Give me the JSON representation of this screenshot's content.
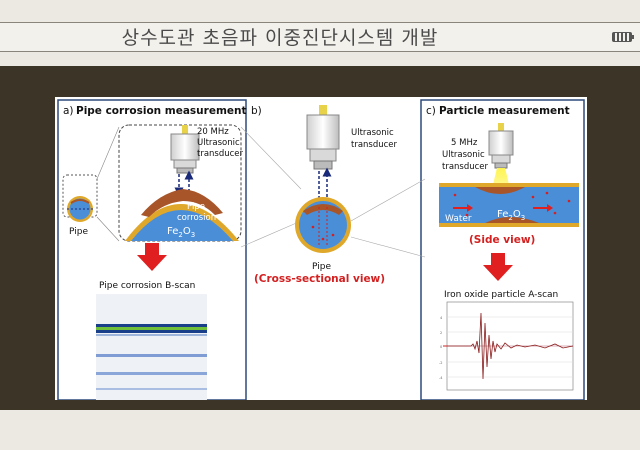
{
  "header": {
    "title": "상수도관 초음파 이중진단시스템 개발",
    "icon": "battery-icon"
  },
  "figure": {
    "panel_a": {
      "label": "a)",
      "heading": "Pipe corrosion measurement",
      "freq": "20 MHz",
      "device_1": "Ultrasonic",
      "device_2": "transducer",
      "corrosion_1": "Pipe",
      "corrosion_2": "corrosion",
      "compound_main": "Fe",
      "compound_sub1": "2",
      "compound_mid": "O",
      "compound_sub2": "3",
      "pipe_label": "Pipe",
      "bscan_title": "Pipe corrosion B-scan"
    },
    "panel_b": {
      "label": "b)",
      "device_1": "Ultrasonic",
      "device_2": "transducer",
      "pipe_label": "Pipe",
      "view": "(Cross-sectional view)"
    },
    "panel_c": {
      "label": "c)",
      "heading": "Particle measurement",
      "freq": "5 MHz",
      "device_1": "Ultrasonic",
      "device_2": "transducer",
      "water": "Water",
      "compound_main": "Fe",
      "compound_sub1": "2",
      "compound_mid": "O",
      "compound_sub2": "3",
      "view": "(Side view)",
      "ascan_title": "Iron oxide particle A-scan"
    },
    "colors": {
      "panel_border": "#2d4a7a",
      "pipe_wall": "#e0a82a",
      "water": "#4a8ed8",
      "rust": "#a8552a",
      "arrow_red": "#e02020",
      "view_text": "#d42020"
    }
  }
}
